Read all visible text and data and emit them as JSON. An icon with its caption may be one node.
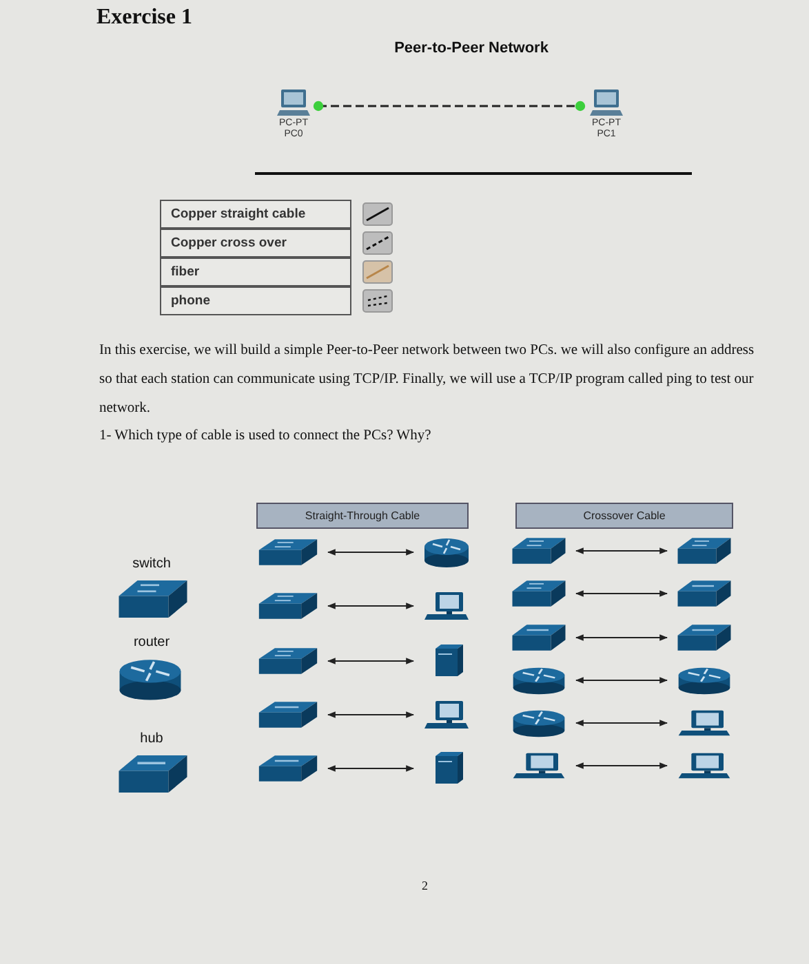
{
  "diagram": {
    "title": "Exercise 1",
    "nodes": [
      {
        "text": [
          "PC-PT PC0"
        ]
      },
      {
        "text": [
          "PC-PT PC1"
        ]
      },
      {
        "text": [
          "Straight-Through Cable"
        ]
      },
      {
        "text": [
          "Crossover Cable"
        ]
      },
      {
        "text": [],
        "shape": "switch"
      },
      {
        "text": [],
        "shape": "router"
      },
      {
        "text": [],
        "shape": "switch"
      },
      {
        "text": [],
        "shape": "computer"
      },
      {
        "text": [],
        "shape": "switch"
      },
      {
        "text": [],
        "shape": "server"
      },
      {
        "text": [],
        "shape": "hub"
      },
      {
        "text": [],
        "shape": "computer"
      },
      {
        "text": [],
        "shape": "hub"
      },
      {
        "text": [],
        "shape": "server"
      },
      {
        "text": [],
        "shape": "switch"
      },
      {
        "text": [],
        "shape": "switch"
      },
      {
        "text": [],
        "shape": "switch"
      },
      {
        "text": [],
        "shape": "hub"
      },
      {
        "text": [],
        "shape": "hub"
      },
      {
        "text": [],
        "shape": "hub"
      },
      {
        "text": [],
        "shape": "router"
      },
      {
        "text": [],
        "shape": "router"
      },
      {
        "text": [],
        "shape": "router"
      },
      {
        "text": [],
        "shape": "computer"
      },
      {
        "text": [],
        "shape": "computer"
      },
      {
        "text": [],
        "shape": "computer"
      }
    ],
    "edges": [
      {
        "from": 0,
        "to": 1,
        "arrow": "other",
        "style": "dashed"
      },
      {
        "from": 4,
        "to": 5,
        "arrow": "both"
      },
      {
        "from": 6,
        "to": 7,
        "arrow": "both"
      },
      {
        "from": 8,
        "to": 9,
        "arrow": "both"
      },
      {
        "from": 10,
        "to": 11,
        "arrow": "both"
      },
      {
        "from": 12,
        "to": 13,
        "arrow": "both"
      },
      {
        "from": 14,
        "to": 15,
        "arrow": "both"
      },
      {
        "from": 16,
        "to": 17,
        "arrow": "both"
      },
      {
        "from": 18,
        "to": 19,
        "arrow": "both"
      },
      {
        "from": 20,
        "to": 21,
        "arrow": "both"
      },
      {
        "from": 22,
        "to": 23,
        "arrow": "both"
      },
      {
        "from": 24,
        "to": 25,
        "arrow": "both"
      }
    ],
    "labels": [
      "Peer-to-Peer Network",
      "Copper straight cable",
      "Copper cross over",
      "fiber",
      "phone",
      "In this exercise, we will build a simple Peer-to-Peer network between two PCs. we will also configure an address so that each station can communicate using TCP/IP. Finally, we will use a TCP/IP program called ping to test our network.",
      "1- Which type of cable is used to connect the PCs? Why?",
      "switch",
      "router",
      "hub",
      "2"
    ]
  }
}
